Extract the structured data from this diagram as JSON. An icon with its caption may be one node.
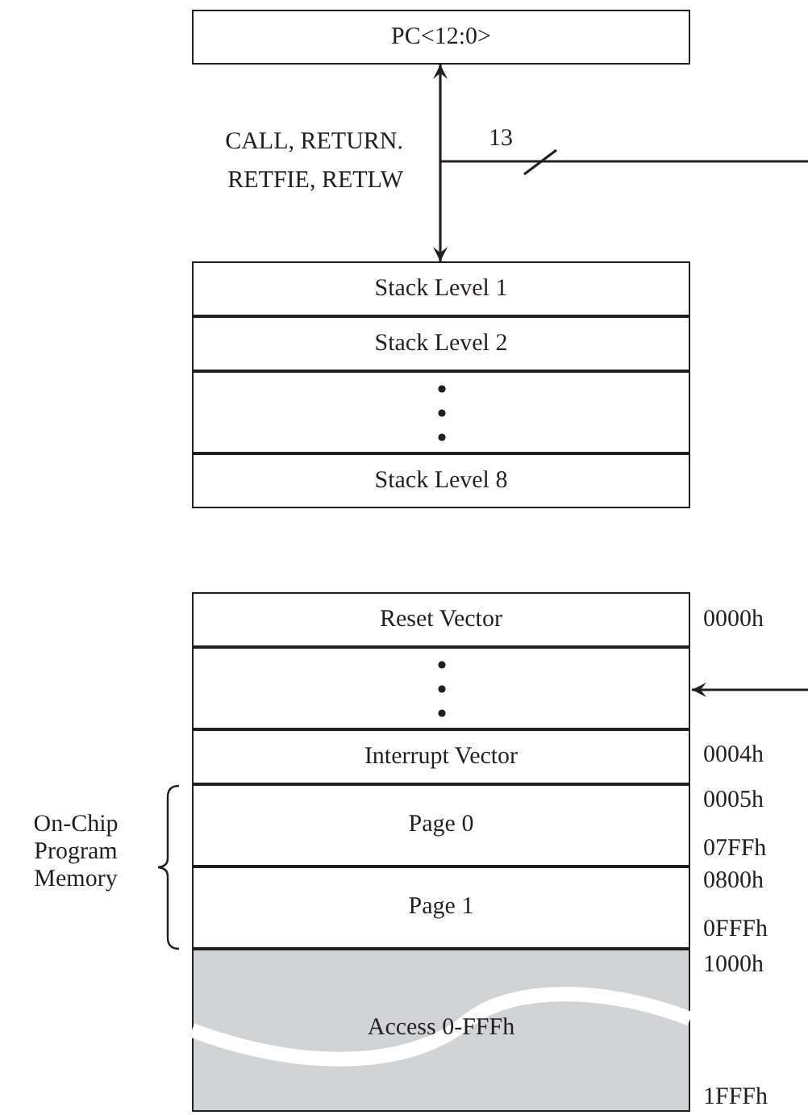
{
  "diagram": {
    "nodes": [
      {
        "text": [
          "PC<12:0>"
        ]
      },
      {
        "text": [
          "Stack Level 1"
        ]
      },
      {
        "text": [
          "Stack Level 2"
        ]
      },
      {
        "text": [],
        "shape": "box"
      },
      {
        "text": [
          "Stack Level 8"
        ]
      },
      {
        "text": [
          "Reset Vector"
        ]
      },
      {
        "text": [],
        "shape": "box"
      },
      {
        "text": [
          "Interrupt Vector"
        ]
      },
      {
        "text": [
          "Page 0"
        ]
      },
      {
        "text": [
          "Page 1"
        ]
      },
      {
        "text": [
          "Access 0-FFFh"
        ]
      }
    ],
    "edges": [
      {
        "from": 0,
        "to": 1,
        "arrow": "both",
        "label": "CALL, RETURN. RETFIE, RETLW"
      },
      {
        "from": 0,
        "to": null,
        "arrow": "none",
        "label": "13"
      },
      {
        "from": null,
        "to": 6,
        "arrow": "to"
      }
    ],
    "labels": [
      "0000h",
      "0004h",
      "0005h",
      "07FFh",
      "0800h",
      "0FFFh",
      "1000h",
      "1FFFh",
      "On-Chip Program Memory"
    ]
  }
}
